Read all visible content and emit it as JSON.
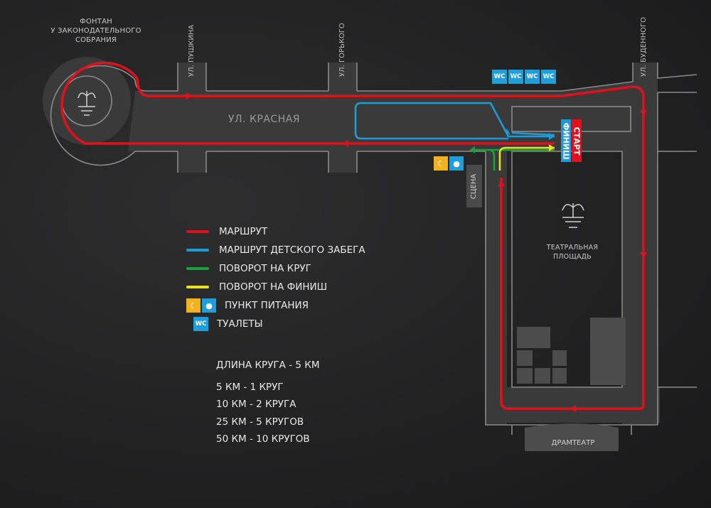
{
  "labels": {
    "fountain_assembly": "ФОНТАН\nУ ЗАКОНОДАТЕЛЬНОГО\nСОБРАНИЯ",
    "street_krasnaya": "УЛ. КРАСНАЯ",
    "street_pushkina": "УЛ. ПУШКИНА",
    "street_gorkogo": "УЛ. ГОРЬКОГО",
    "street_budennogo": "УЛ. БУДЕННОГО",
    "stage": "СЦЕНА",
    "theatre_square": "ТЕАТРАЛЬНАЯ\nПЛОЩАДЬ",
    "drama_theatre": "ДРАМТЕАТР",
    "start": "СТАРТ",
    "finish": "ФИНИШ"
  },
  "wc_label": "WC",
  "icons": {
    "banana": "banana-icon",
    "water": "water-drop-icon",
    "fountain": "fountain-icon",
    "wc": "wc-icon"
  },
  "colors": {
    "route": "#e3101b",
    "kids_route": "#1e9ad6",
    "lap_turn": "#1aa23a",
    "finish_turn": "#e9e21b",
    "road": "#3c3c3d",
    "road_line": "#8a8a8a"
  },
  "legend": [
    {
      "key": "route",
      "label": "МАРШРУТ"
    },
    {
      "key": "kids_route",
      "label": "МАРШРУТ ДЕТСКОГО ЗАБЕГА"
    },
    {
      "key": "lap_turn",
      "label": "ПОВОРОТ НА КРУГ"
    },
    {
      "key": "finish_turn",
      "label": "ПОВОРОТ НА ФИНИШ"
    },
    {
      "key": "food",
      "label": "ПУНКТ ПИТАНИЯ"
    },
    {
      "key": "wc",
      "label": "ТУАЛЕТЫ"
    }
  ],
  "stats": {
    "lap_length": "ДЛИНА КРУГА - 5 КМ",
    "lines": [
      "5 КМ - 1 КРУГ",
      "10 КМ - 2 КРУГА",
      "25 КМ - 5 КРУГОВ",
      "50 КМ - 10 КРУГОВ"
    ]
  }
}
